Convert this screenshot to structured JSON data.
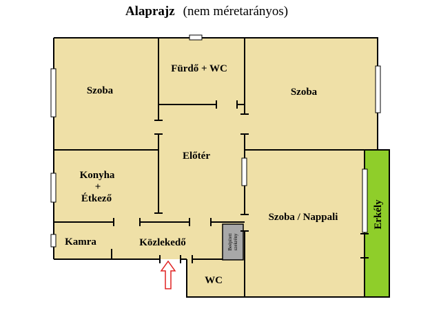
{
  "title": {
    "main": "Alaprajz",
    "sub": "(nem méretarányos)"
  },
  "rooms": {
    "szoba_1": "Szoba",
    "furdo": "Fürdő + WC",
    "szoba_2": "Szoba",
    "eloter": "Előtér",
    "konyha_line1": "Konyha",
    "konyha_line2": "+",
    "konyha_line3": "Étkező",
    "szoba_nappali": "Szoba / Nappali",
    "erkely": "Erkély",
    "kamra": "Kamra",
    "kozlekedo": "Közlekedő",
    "wc": "WC",
    "beepitett_line1": "Beépített",
    "beepitett_line2": "szekrény"
  },
  "colors": {
    "floor": "#efe0a7",
    "balcony": "#8fce2a",
    "wardrobe": "#a8a8a8",
    "entrance_arrow": "#e02020",
    "window": "#ffffff"
  }
}
